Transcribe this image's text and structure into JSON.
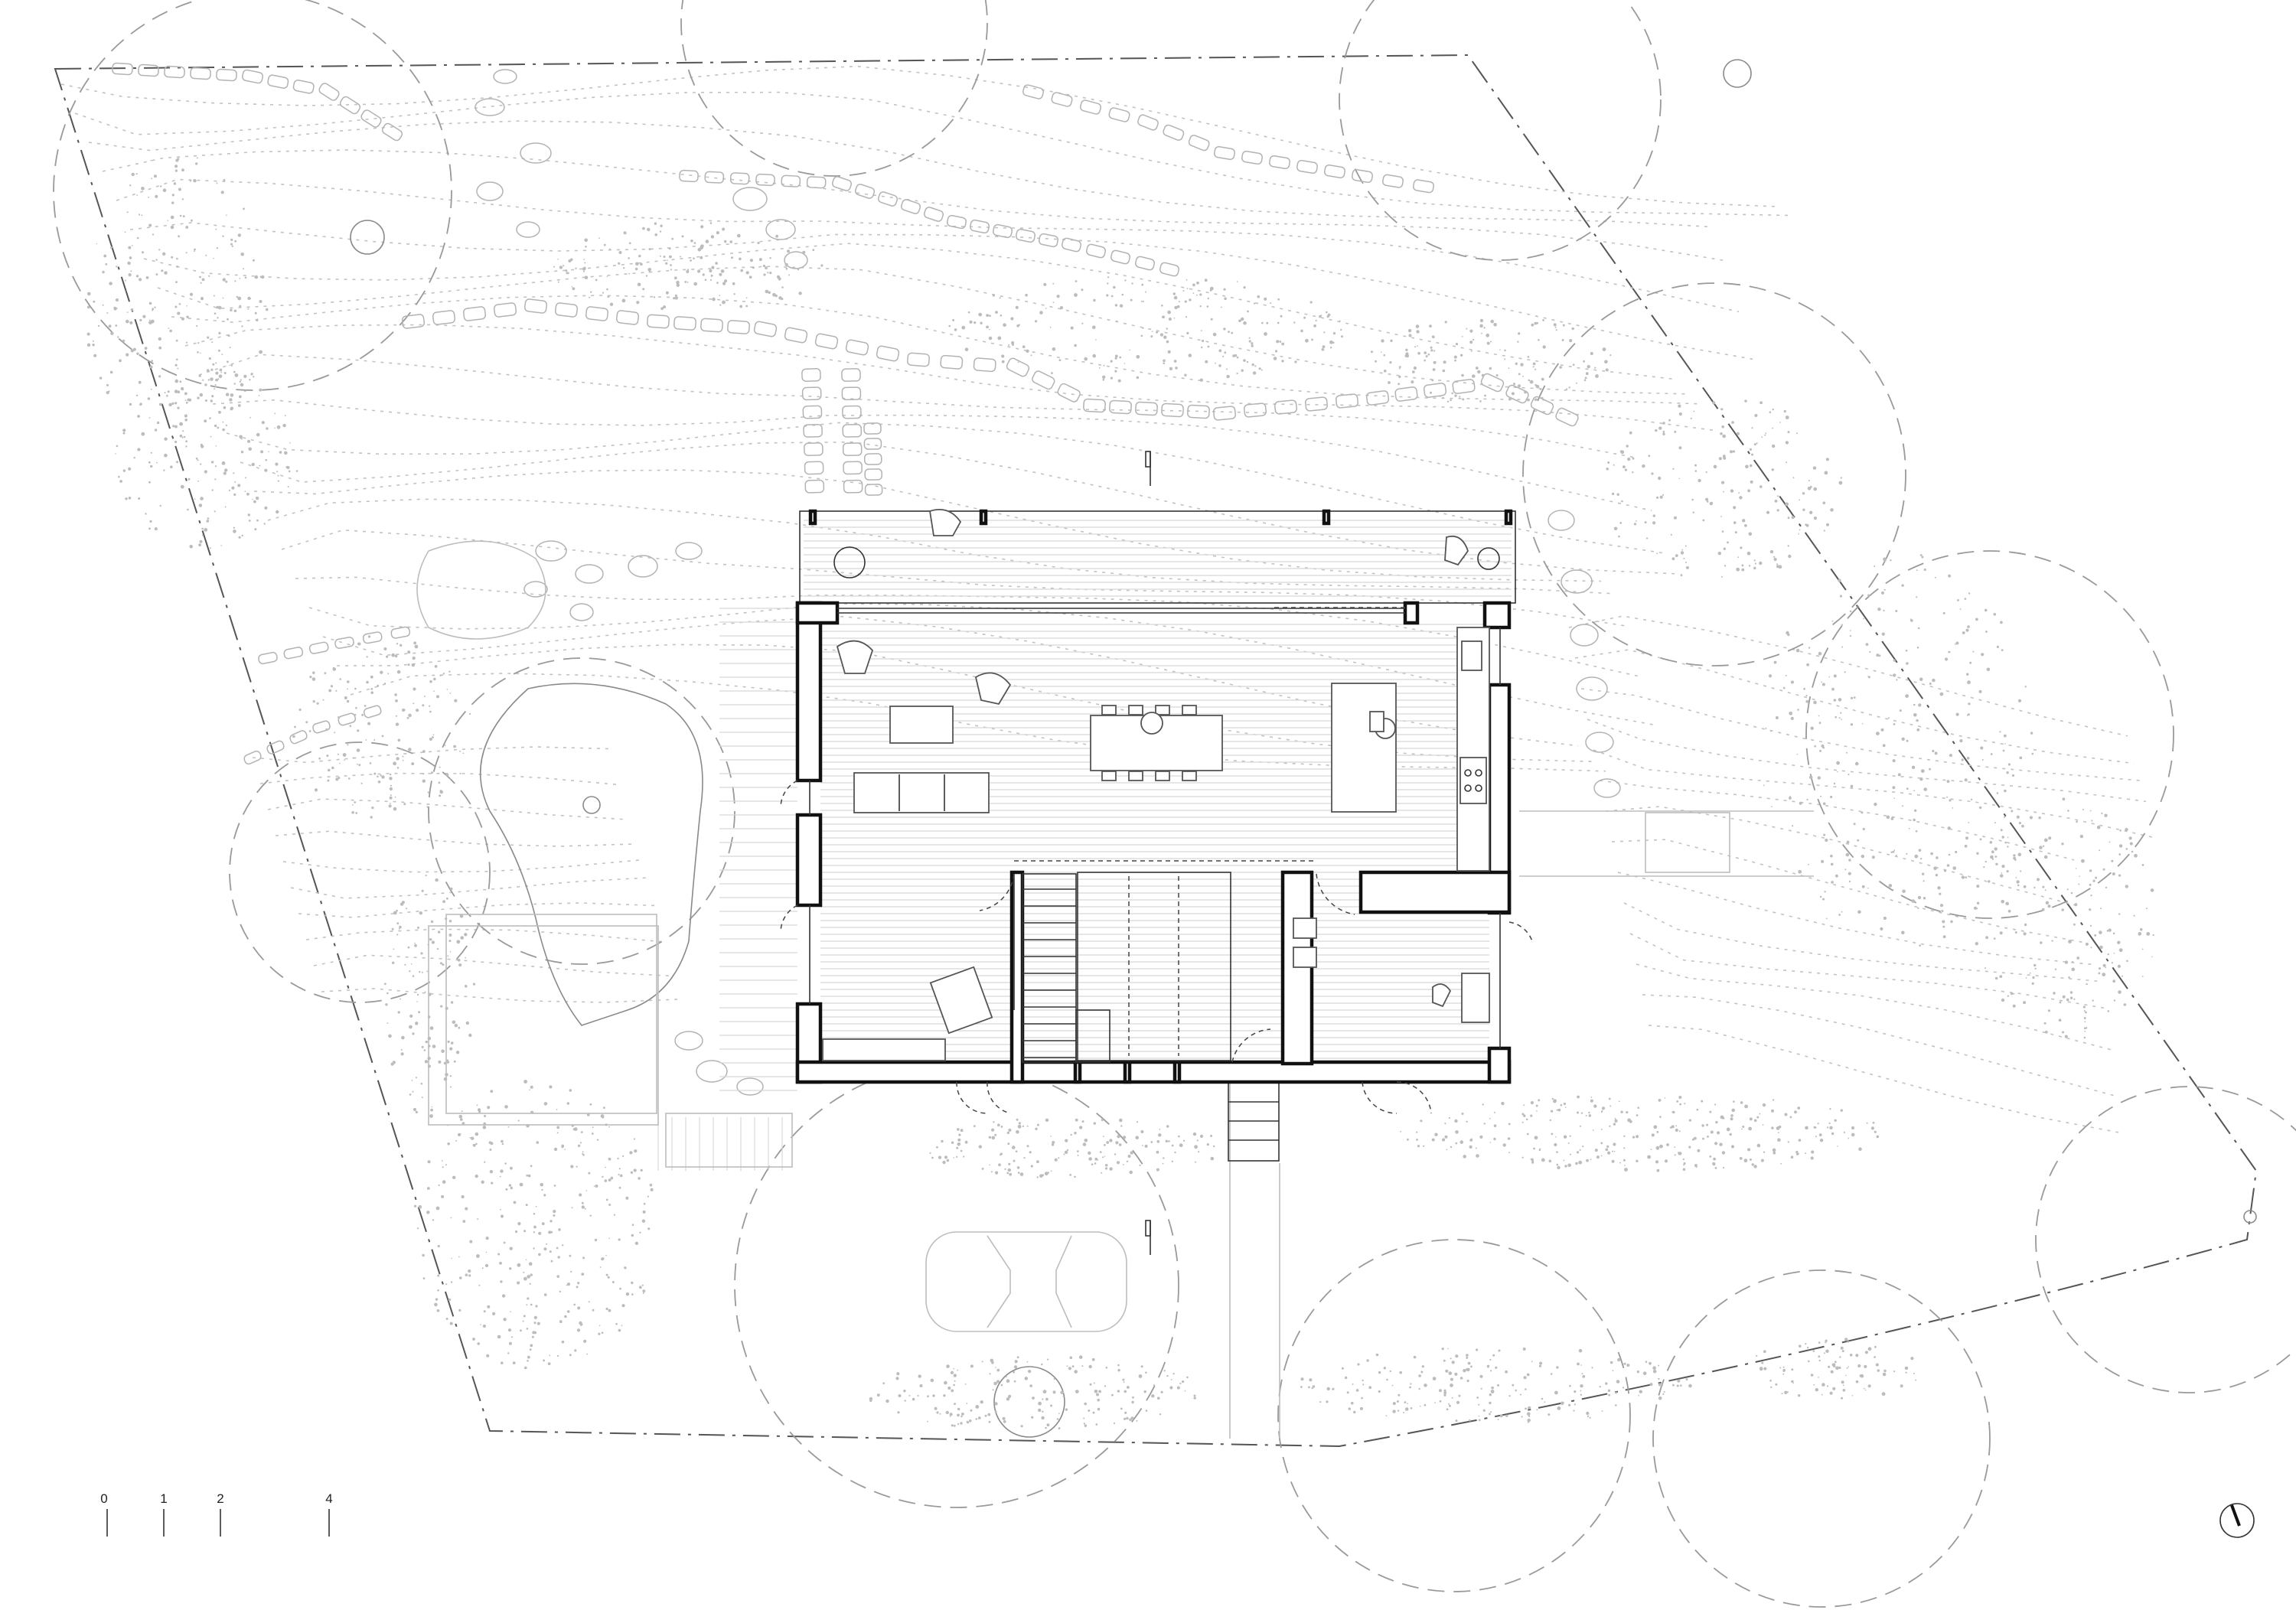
{
  "drawing": {
    "scale_bar": {
      "ticks": [
        "0",
        "1",
        "2",
        "4"
      ]
    },
    "icons": [
      "north-arrow-icon",
      "car-icon",
      "armchair-icon",
      "sofa-icon",
      "dining-table-icon",
      "kitchen-island-icon",
      "staircase-icon",
      "bed-icon",
      "tree-canopy-icon",
      "planting-icon"
    ]
  },
  "colors": {
    "walls": "#111111",
    "site_boundary": "#555555",
    "landscape": "#bdbdbd",
    "background": "#ffffff"
  }
}
